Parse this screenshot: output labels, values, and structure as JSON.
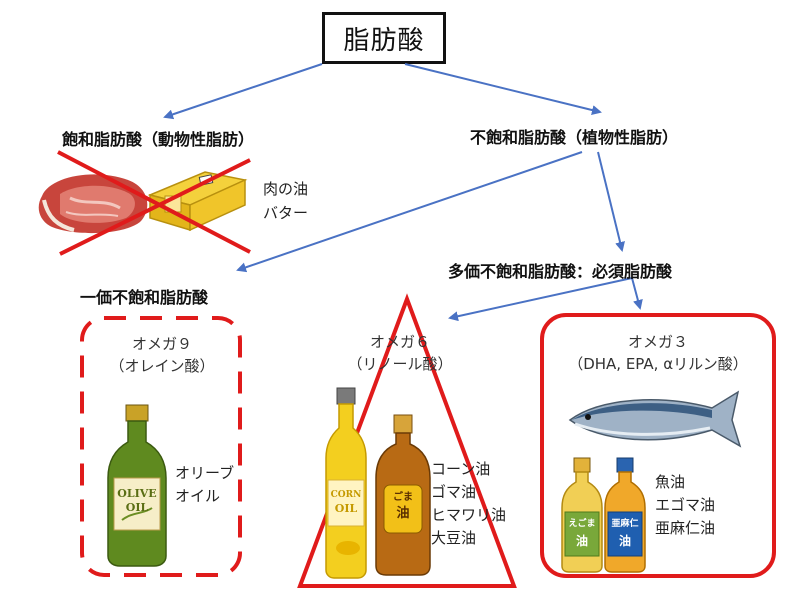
{
  "title": "脂肪酸",
  "saturated": {
    "label": "飽和脂肪酸（動物性脂肪）",
    "foods": [
      "肉の油",
      "バター"
    ]
  },
  "unsaturated": {
    "label": "不飽和脂肪酸（植物性脂肪）"
  },
  "poly": {
    "label": "多価不飽和脂肪酸：必須脂肪酸"
  },
  "mono": {
    "label": "一価不飽和脂肪酸"
  },
  "omega9": {
    "name": "オメガ９",
    "sub": "（オレイン酸）",
    "oils": [
      "オリーブ",
      "オイル"
    ],
    "bottle_text": [
      "OLIVE",
      "OIL"
    ]
  },
  "omega6": {
    "name": "オメガ６",
    "sub": "（リノール酸）",
    "oils": [
      "コーン油",
      "ゴマ油",
      "ヒマワリ油",
      "大豆油"
    ],
    "bottle_text": [
      "CORN",
      "OIL",
      "ごま",
      "油"
    ]
  },
  "omega3": {
    "name": "オメガ３",
    "sub": "（DHA, EPA, αリルン酸）",
    "oils": [
      "魚油",
      "エゴマ油",
      "亜麻仁油"
    ],
    "bottle_text": [
      "えごま",
      "油",
      "亜麻仁",
      "油"
    ]
  },
  "colors": {
    "arrow": "#4a72c4",
    "red": "#e01b1b",
    "olive": "#5f8a1f",
    "gold": "#f2c018"
  }
}
